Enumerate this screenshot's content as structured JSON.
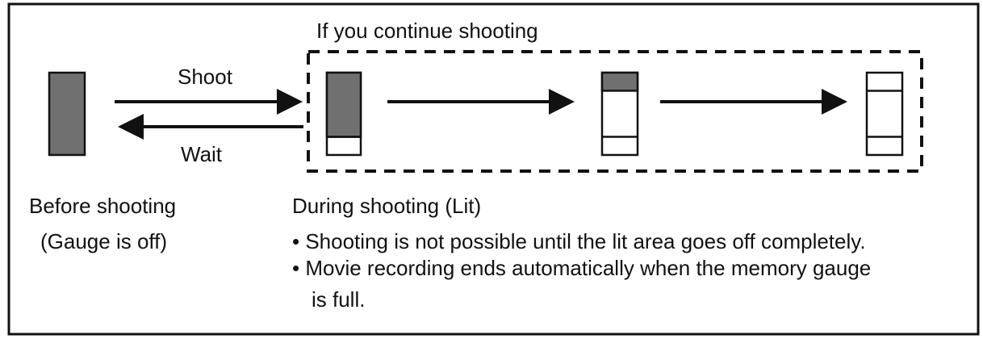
{
  "diagram": {
    "group_label": "If you continue shooting",
    "shoot_label": "Shoot",
    "wait_label": "Wait",
    "before": {
      "line1": "Before shooting",
      "line2": "(Gauge is off)"
    },
    "during": {
      "heading": "During shooting (Lit)",
      "bullet1": "• Shooting is not possible until the lit area goes off completely.",
      "bullet2": "• Movie recording ends automatically when the memory gauge",
      "bullet2_cont": "is full."
    },
    "gauges": [
      {
        "state": "off",
        "lit_fraction": 1.0
      },
      {
        "state": "lit",
        "lit_fraction": 0.75
      },
      {
        "state": "lit",
        "lit_fraction": 0.25
      },
      {
        "state": "lit",
        "lit_fraction": 0.0
      }
    ],
    "colors": {
      "gauge_fill": "#707070",
      "line": "#111111",
      "background": "#ffffff"
    }
  }
}
